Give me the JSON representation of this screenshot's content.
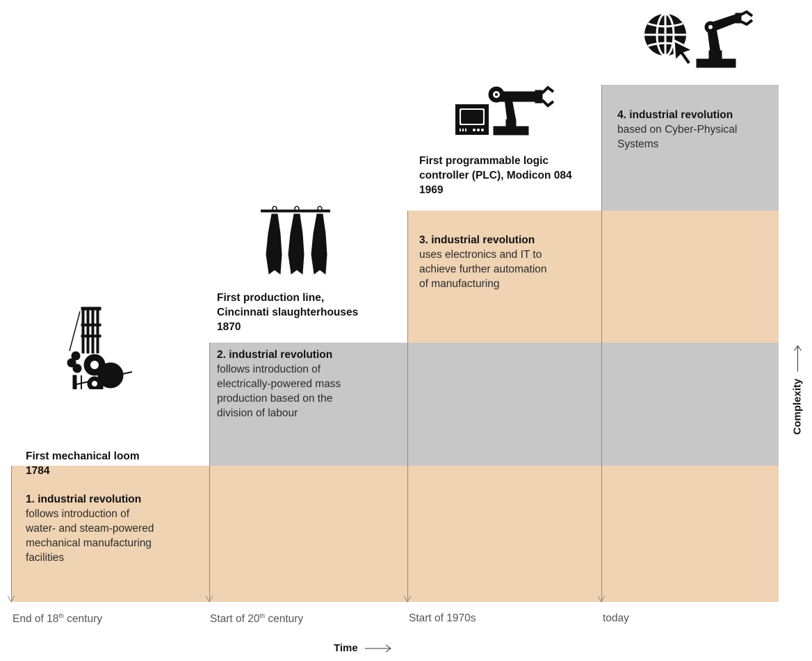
{
  "revolutions": [
    {
      "heading": "1. industrial revolution",
      "lines": [
        "follows introduction of",
        "water- and steam-powered",
        "mechanical manufacturing",
        "facilities"
      ]
    },
    {
      "heading": "2. industrial revolution",
      "lines": [
        "follows introduction of",
        "electrically-powered mass",
        "production based on the",
        "division of labour"
      ]
    },
    {
      "heading": "3. industrial revolution",
      "lines": [
        "uses electronics and IT to",
        "achieve further automation",
        "of manufacturing"
      ]
    },
    {
      "heading": "4. industrial revolution",
      "lines": [
        "based on Cyber-Physical",
        "Systems"
      ]
    }
  ],
  "milestones": [
    {
      "lines": [
        "First mechanical loom",
        "1784"
      ]
    },
    {
      "lines": [
        "First production line,",
        "Cincinnati slaughterhouses",
        "1870"
      ]
    },
    {
      "lines": [
        "First programmable logic",
        "controller (PLC), Modicon 084",
        "1969"
      ]
    }
  ],
  "eras": [
    {
      "text": "End of 18",
      "sup": "th",
      "tail": " century"
    },
    {
      "text": "Start of 20",
      "sup": "th",
      "tail": " century"
    },
    {
      "text": "Start of 1970s",
      "sup": "",
      "tail": ""
    },
    {
      "text": "today",
      "sup": "",
      "tail": ""
    }
  ],
  "axes": {
    "x": "Time",
    "y": "Complexity"
  },
  "colors": {
    "tan": "#efd3b2",
    "gray": "#c8c7c7"
  },
  "icons": [
    "loom-icon",
    "slaughterhouse-carcasses-icon",
    "plc-monitor-icon",
    "robot-arm-icon",
    "globe-cursor-icon",
    "robot-arm-icon"
  ]
}
